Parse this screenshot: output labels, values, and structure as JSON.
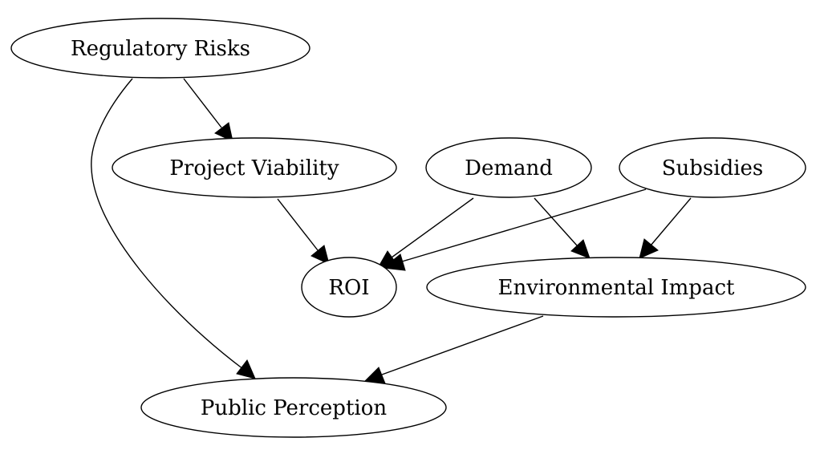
{
  "nodes": {
    "regulatory_risks": "Regulatory Risks",
    "project_viability": "Project Viability",
    "demand": "Demand",
    "subsidies": "Subsidies",
    "roi": "ROI",
    "environmental_impact": "Environmental Impact",
    "public_perception": "Public Perception"
  },
  "edges": [
    {
      "from": "regulatory_risks",
      "to": "project_viability"
    },
    {
      "from": "regulatory_risks",
      "to": "public_perception"
    },
    {
      "from": "project_viability",
      "to": "roi"
    },
    {
      "from": "demand",
      "to": "roi"
    },
    {
      "from": "demand",
      "to": "environmental_impact"
    },
    {
      "from": "subsidies",
      "to": "roi"
    },
    {
      "from": "subsidies",
      "to": "environmental_impact"
    },
    {
      "from": "environmental_impact",
      "to": "public_perception"
    }
  ],
  "colors": {
    "stroke": "#000000",
    "fill": "#ffffff",
    "background": "#ffffff"
  }
}
